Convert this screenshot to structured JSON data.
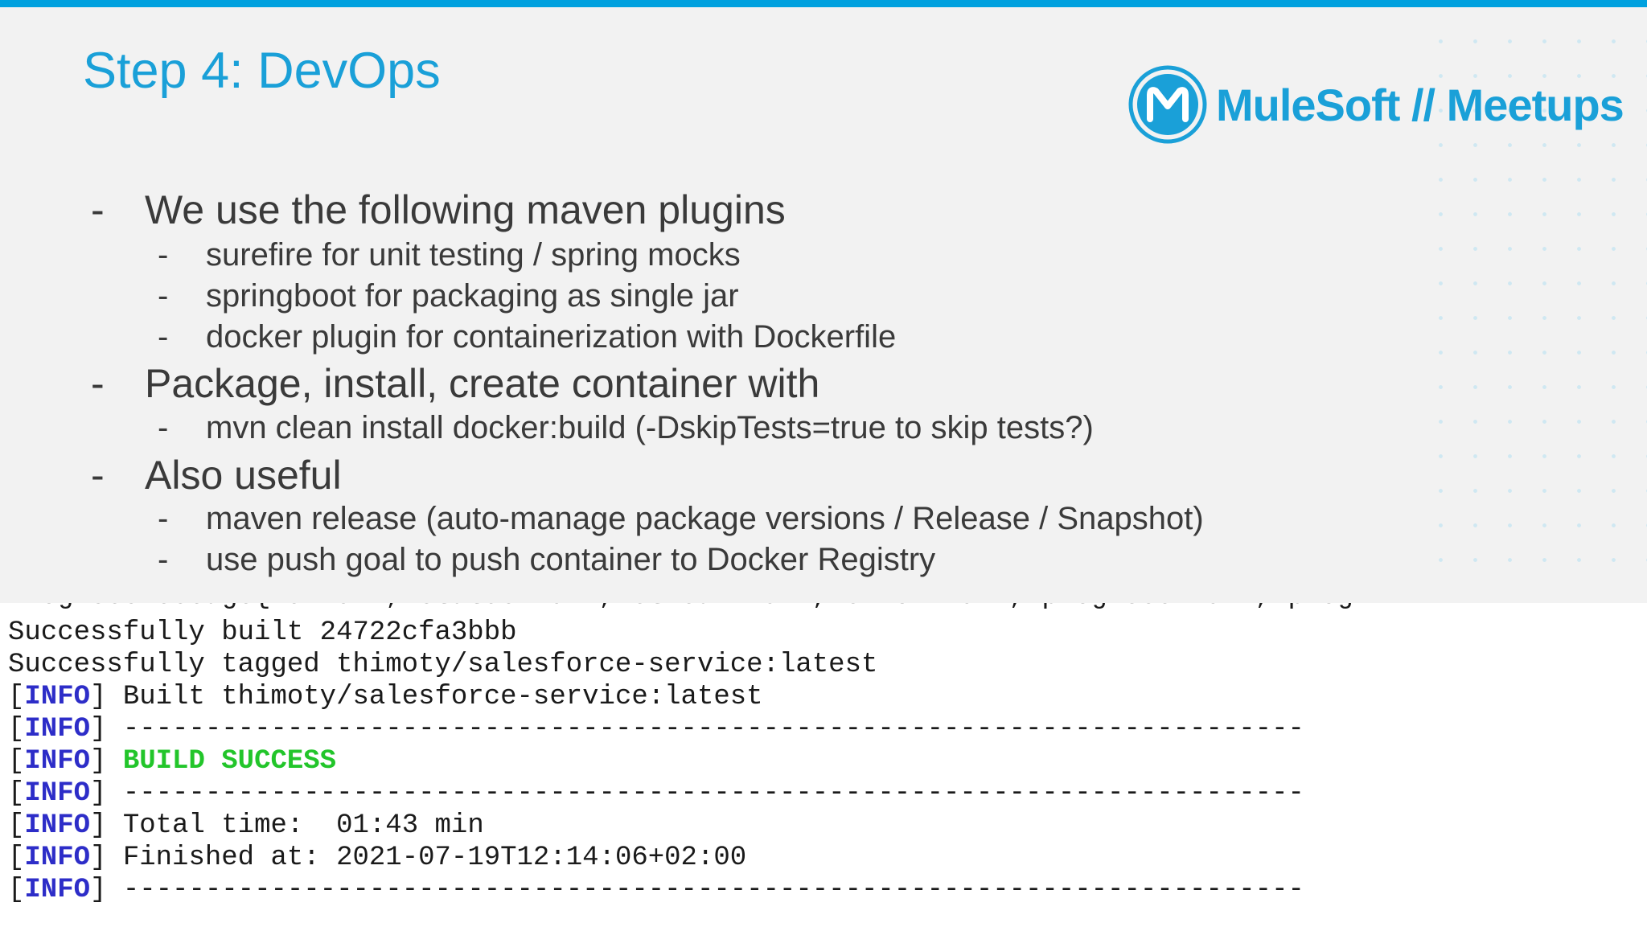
{
  "slide": {
    "title": "Step 4: DevOps",
    "logo_text": "MuleSoft // Meetups",
    "bullets": [
      {
        "text": "We use the following maven plugins",
        "subs": [
          "surefire for unit testing / spring mocks",
          "springboot for packaging as single jar",
          "docker plugin for containerization with Dockerfile"
        ]
      },
      {
        "text": "Package, install, create container with",
        "subs": [
          "mvn clean install docker:build (-DskipTests=true to skip tests?)"
        ]
      },
      {
        "text": "Also useful",
        "subs": [
          "maven release (auto-manage package versions / Release / Snapshot)",
          "use push goal to push container to Docker Registry"
        ]
      }
    ],
    "dash": "-"
  },
  "terminal": {
    "cut_line": "ProgressMessage{id=null, status=null, stream=null, error=null, progress=null, prog",
    "lines": [
      "Successfully built 24722cfa3bbb",
      "Successfully tagged thimoty/salesforce-service:latest"
    ],
    "info_prefix_open": "[",
    "info_tag": "INFO",
    "info_prefix_close": "]",
    "info_lines": [
      "Built thimoty/salesforce-service:latest",
      "------------------------------------------------------------------------",
      "BUILD SUCCESS",
      "------------------------------------------------------------------------",
      "Total time:  01:43 min",
      "Finished at: 2021-07-19T12:14:06+02:00",
      "------------------------------------------------------------------------"
    ]
  },
  "colors": {
    "accent": "#00a1df",
    "title": "#1aa0d8",
    "info": "#2d2dc8",
    "success": "#22c52a"
  },
  "icons": {
    "logo": "mulesoft-logo-icon",
    "dots": "decorative-dot-grid"
  }
}
